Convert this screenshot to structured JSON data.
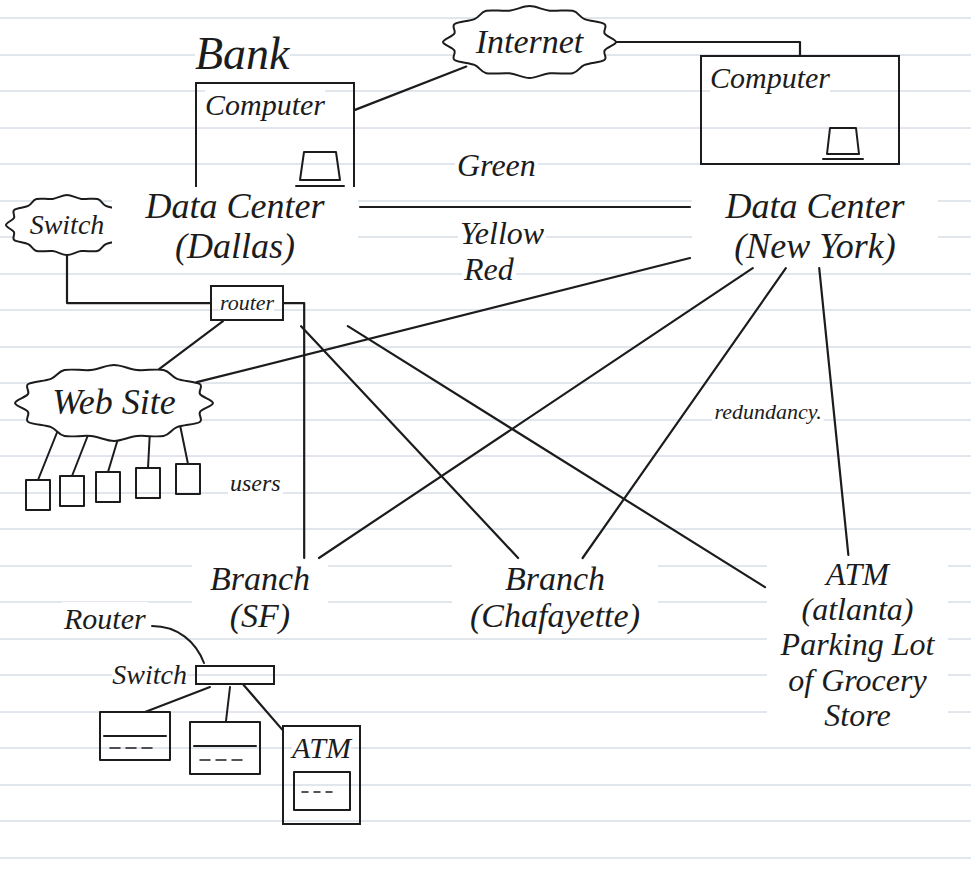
{
  "diagram": {
    "nodes": [
      {
        "text": [
          "Internet"
        ]
      },
      {
        "text": [
          "Bank",
          "Computer"
        ]
      },
      {
        "text": [
          "Computer"
        ]
      },
      {
        "text": [
          "Switch"
        ]
      },
      {
        "text": [
          "Data Center (Dallas)"
        ]
      },
      {
        "text": [
          "router"
        ],
        "in": 4
      },
      {
        "text": [
          "Data Center (New York)"
        ]
      },
      {
        "text": [
          "Web Site"
        ]
      },
      {
        "text": [
          "Branch (SF)"
        ]
      },
      {
        "text": [
          "Branch (Chafayette)"
        ]
      },
      {
        "text": [
          "ATM (atlanta) Parking Lot of Grocery Store"
        ]
      },
      {
        "text": [
          "Switch"
        ]
      },
      {
        "text": [
          "ATM"
        ]
      }
    ],
    "edges": [
      {
        "from": 0,
        "to": 1,
        "arrow": "none"
      },
      {
        "from": 0,
        "to": 2,
        "arrow": "none"
      },
      {
        "from": 4,
        "to": 6,
        "arrow": "none"
      },
      {
        "from": 3,
        "to": 5,
        "arrow": "none"
      },
      {
        "from": 5,
        "to": 7,
        "arrow": "none"
      },
      {
        "from": 6,
        "to": 7,
        "arrow": "none"
      },
      {
        "from": 5,
        "to": 8,
        "arrow": "none"
      },
      {
        "from": 4,
        "to": 9,
        "arrow": "none"
      },
      {
        "from": 4,
        "to": 10,
        "arrow": "none"
      },
      {
        "from": 6,
        "to": 8,
        "arrow": "none"
      },
      {
        "from": 6,
        "to": 9,
        "arrow": "none"
      },
      {
        "from": 6,
        "to": 10,
        "arrow": "none",
        "label": "redundancy."
      },
      {
        "from": 11,
        "to": 12,
        "arrow": "none"
      }
    ],
    "labels": [
      "Green",
      "Yellow",
      "Red",
      "users",
      "Router"
    ]
  }
}
